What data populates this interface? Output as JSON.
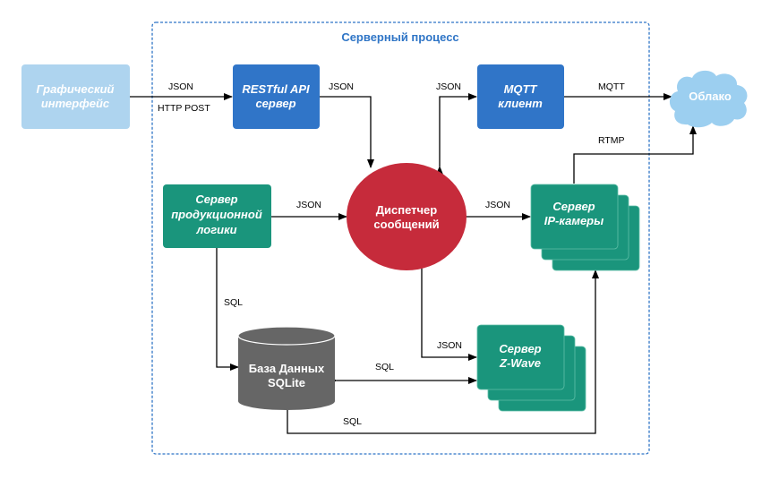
{
  "group": {
    "title": "Серверный процесс"
  },
  "colors": {
    "gui": "#aed4ef",
    "blue": "#3075c8",
    "green": "#1a957c",
    "red": "#c62b3b",
    "db": "#666666",
    "cloud": "#9ccff0",
    "group_border": "#2f75c6"
  },
  "nodes": {
    "gui": {
      "line1": "Графический",
      "line2": "интерфейс"
    },
    "rest": {
      "line1": "RESTful API",
      "line2": "сервер"
    },
    "mqtt": {
      "line1": "MQTT",
      "line2": "клиент"
    },
    "cloud": {
      "label": "Облако"
    },
    "rules": {
      "line1": "Сервер",
      "line2": "продукционной",
      "line3": "логики"
    },
    "dispatcher": {
      "line1": "Диспетчер",
      "line2": "сообщений"
    },
    "ipcam": {
      "line1": "Сервер",
      "line2": "IP-камеры"
    },
    "db": {
      "line1": "База Данных",
      "line2": "SQLite"
    },
    "zwave": {
      "line1": "Сервер",
      "line2": "Z-Wave"
    }
  },
  "edges": {
    "gui_rest_top": "JSON",
    "gui_rest_bottom": "HTTP POST",
    "rest_dispatcher": "JSON",
    "dispatcher_mqtt": "JSON",
    "mqtt_cloud": "MQTT",
    "ipcam_cloud": "RTMP",
    "rules_dispatcher": "JSON",
    "dispatcher_ipcam": "JSON",
    "rules_db": "SQL",
    "db_zwave": "SQL",
    "dispatcher_zwave": "JSON",
    "db_ipcam": "SQL"
  }
}
